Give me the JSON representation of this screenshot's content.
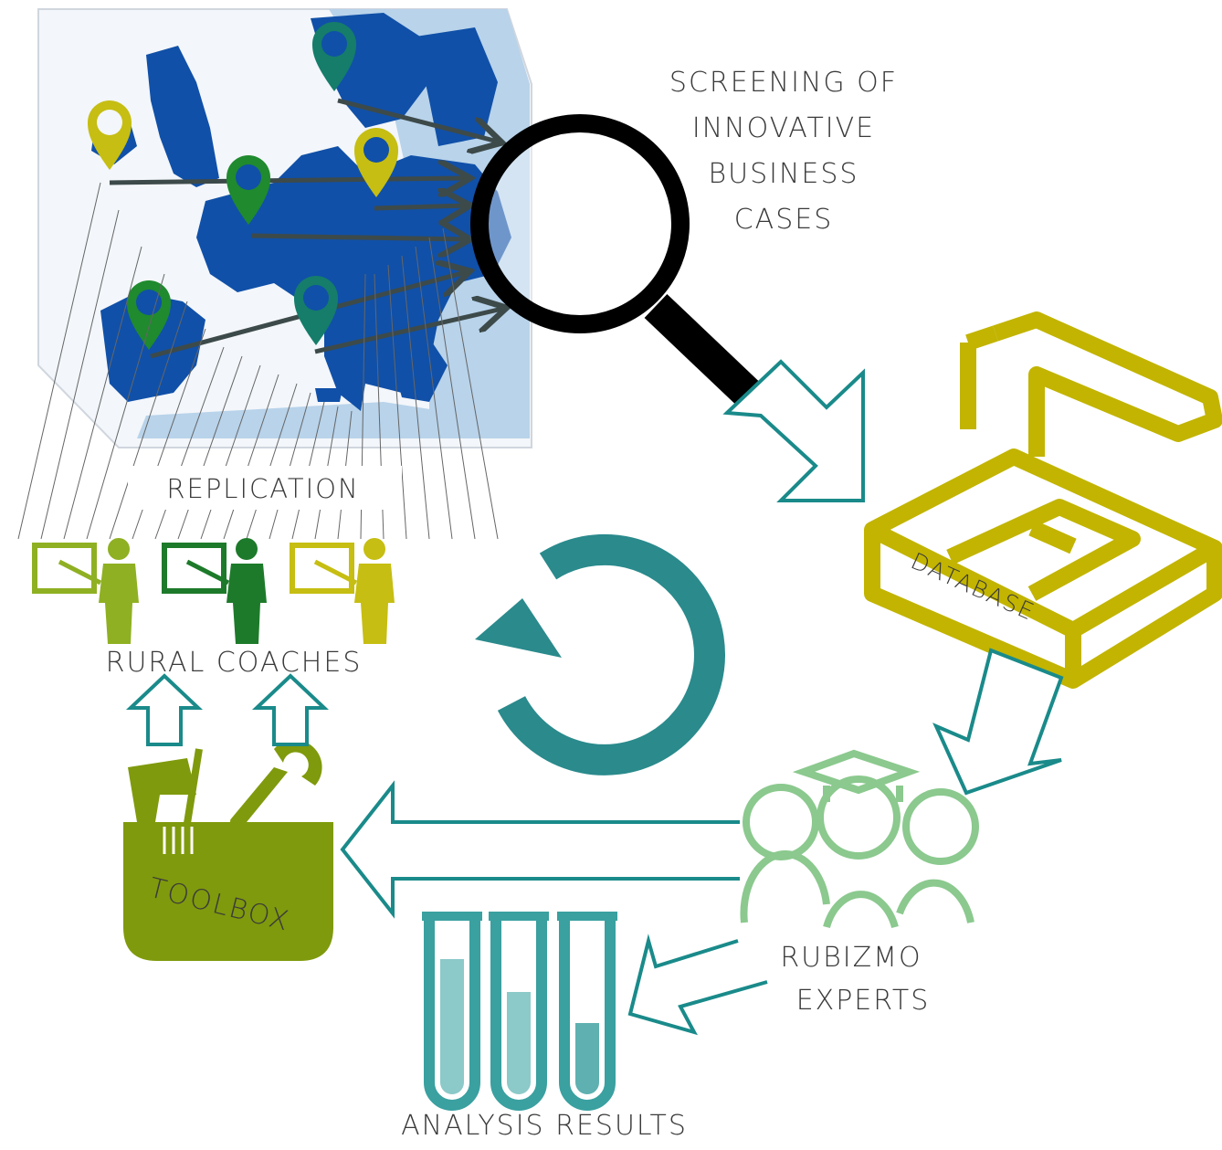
{
  "labels": {
    "screening_line1": "SCREENING OF",
    "screening_line2": "INNOVATIVE",
    "screening_line3": "BUSINESS",
    "screening_line4": "CASES",
    "database": "DATABASE",
    "rubizmo_line1": "RUBIZMO",
    "rubizmo_line2": "EXPERTS",
    "analysis_results": "ANALYSIS RESULTS",
    "toolbox": "TOOLBOX",
    "rural_coaches": "RURAL COACHES",
    "replication": "REPLICATION"
  },
  "colors": {
    "map_blue": "#1050a8",
    "sea_light": "#b8d3ea",
    "teal": "#1a8a8a",
    "olive": "#c2b400",
    "toolbox_green": "#7f9a0c",
    "dark_green": "#1d7a2a",
    "light_green": "#8bc98e",
    "pin_yellow": "#c6be12",
    "pin_green": "#1f8a2e",
    "pin_teal": "#157d6a",
    "magnifier": "#000000"
  },
  "icons": [
    "europe-map",
    "map-pin-icon",
    "magnifying-glass-icon",
    "database-box-icon",
    "refresh-cycle-icon",
    "experts-group-icon",
    "test-tubes-icon",
    "toolbox-icon",
    "coach-presentation-icon"
  ]
}
